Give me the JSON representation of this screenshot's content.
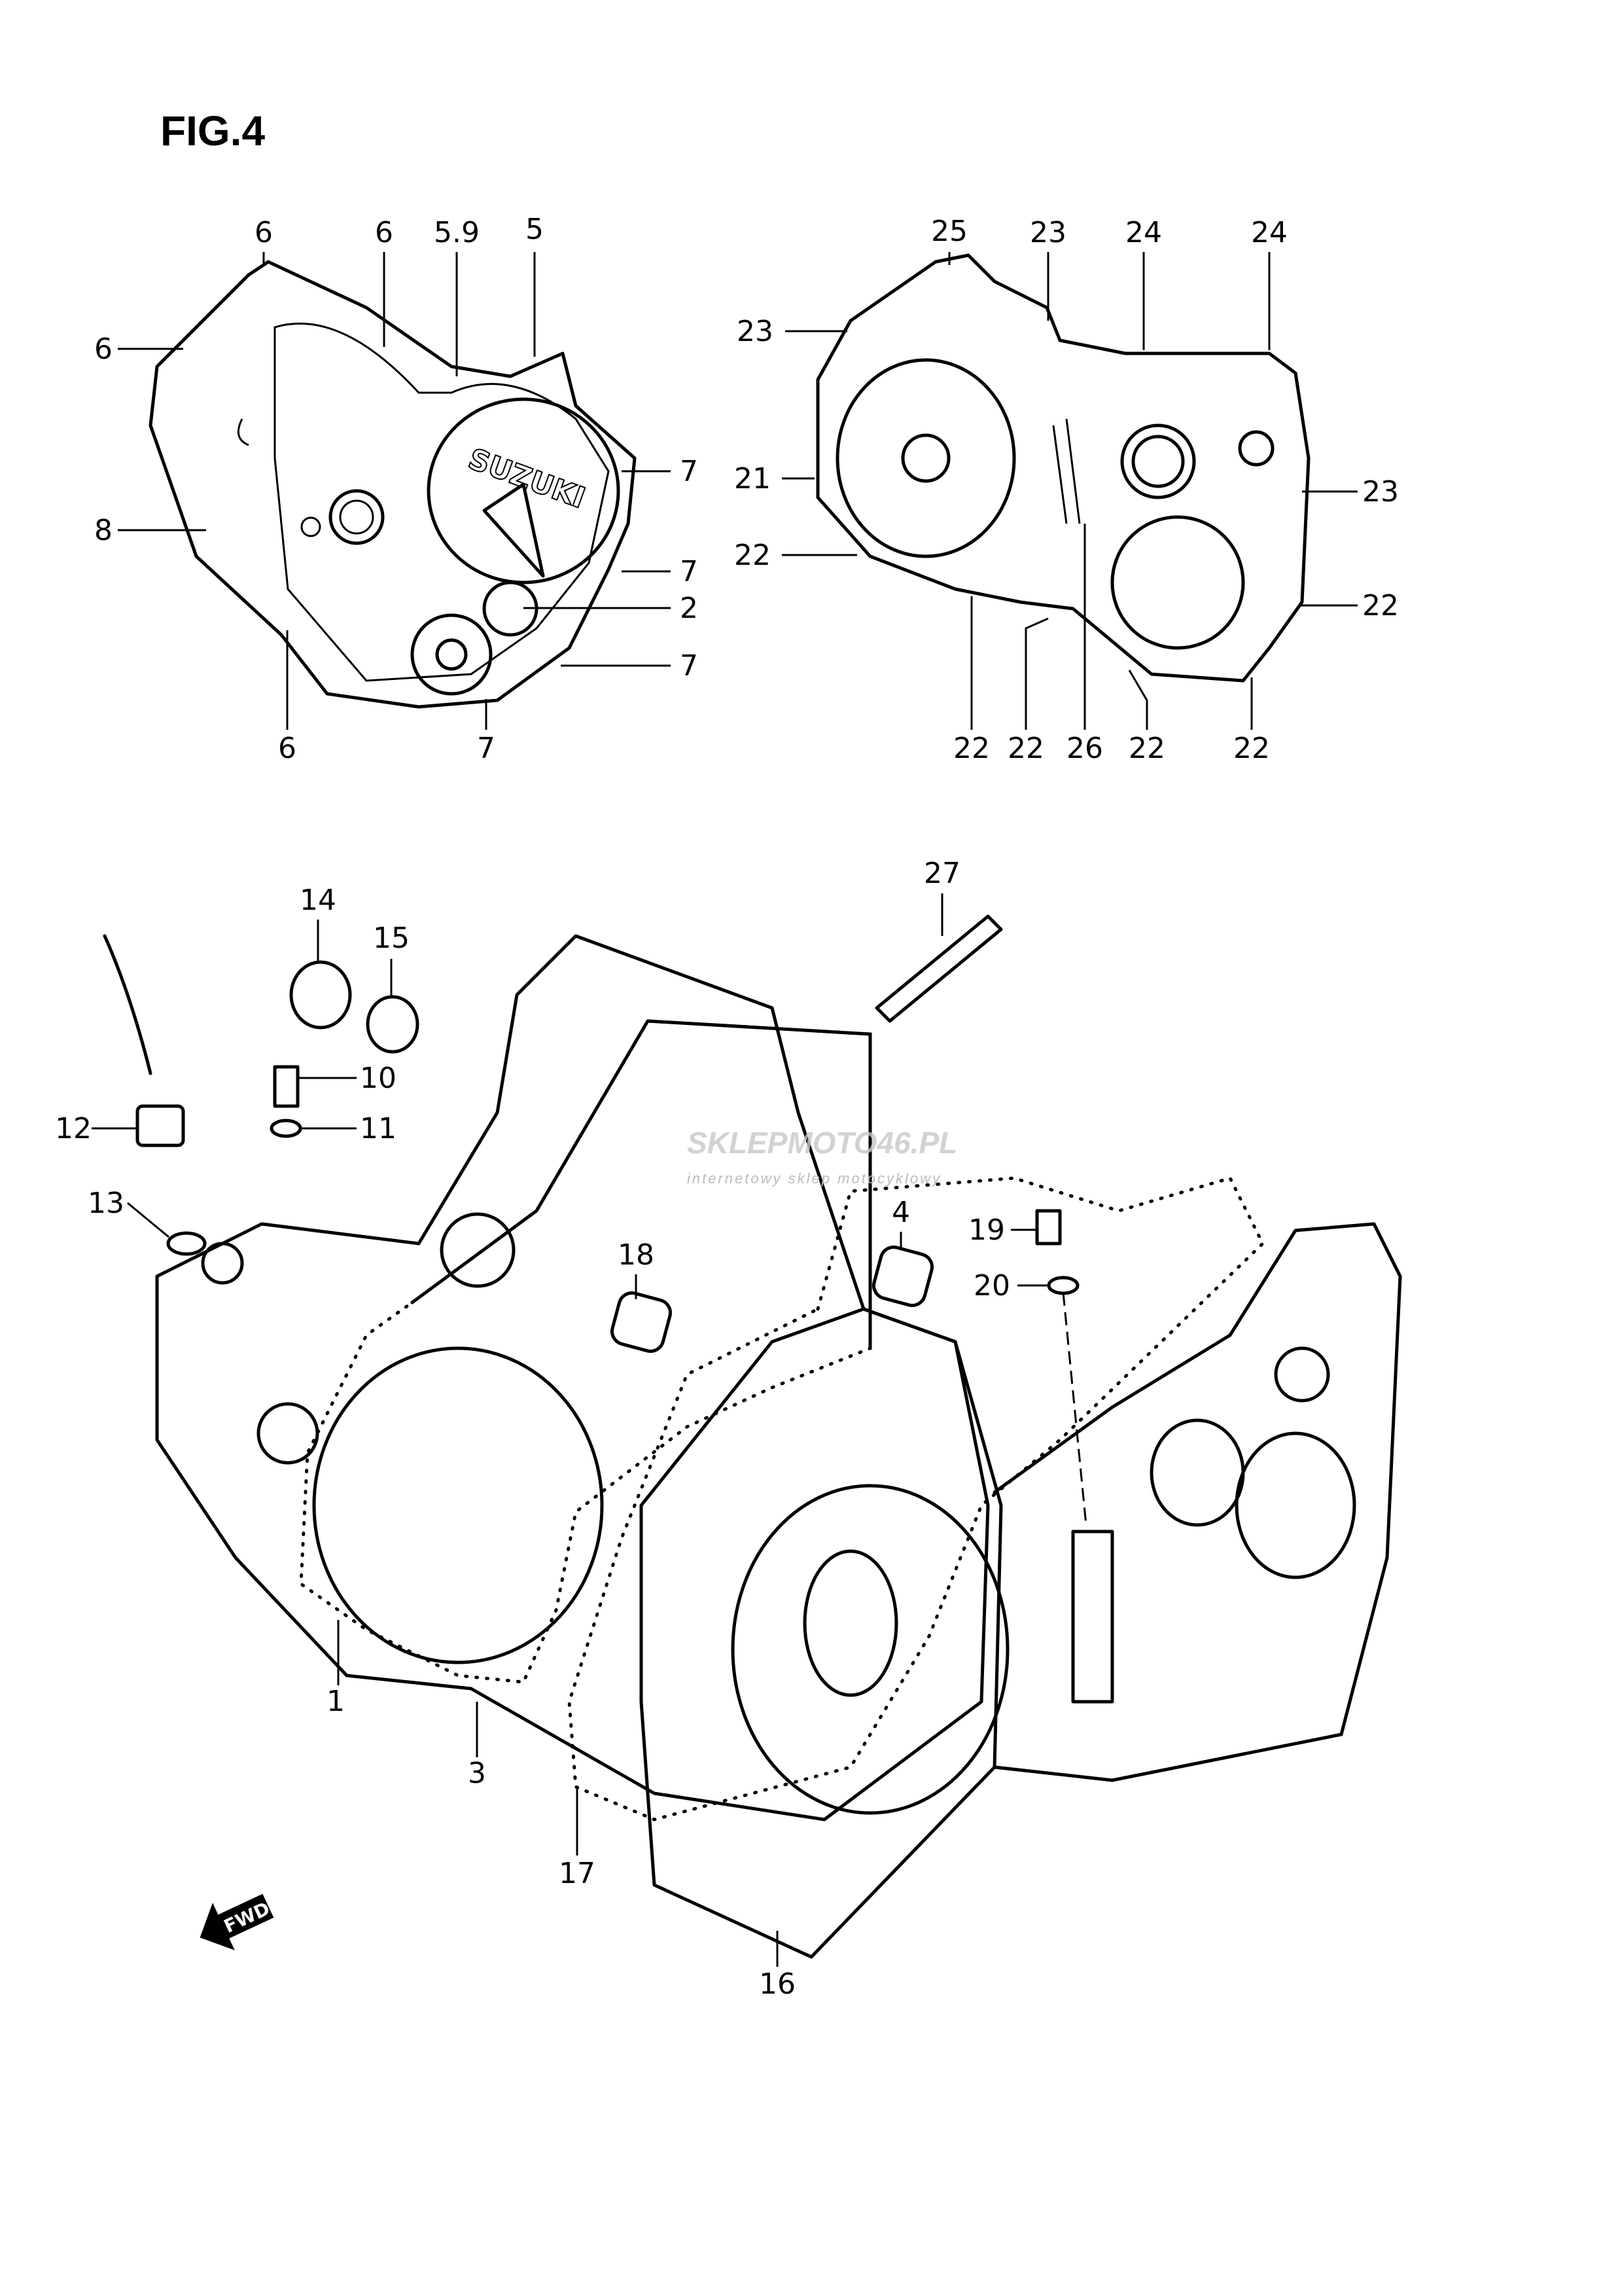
{
  "figure": {
    "title": "FIG.4"
  },
  "direction_marker": {
    "label": "FWD"
  },
  "watermark": {
    "brand": "SKLEPMOTO46.PL",
    "tagline": "internetowy sklep motocyklowy",
    "accent": "#f04040"
  },
  "left_cover": {
    "logo": "SUZUKI",
    "callouts": [
      "6",
      "6",
      "5.9",
      "5",
      "6",
      "8",
      "7",
      "7",
      "2",
      "7",
      "6",
      "7"
    ]
  },
  "right_cover": {
    "callouts": [
      "25",
      "23",
      "24",
      "24",
      "23",
      "21",
      "22",
      "23",
      "22",
      "22",
      "22",
      "26",
      "22",
      "22"
    ]
  },
  "crankcase": {
    "callouts": [
      "27",
      "14",
      "15",
      "10",
      "11",
      "12",
      "13",
      "4",
      "18",
      "19",
      "20",
      "1",
      "3",
      "17",
      "16"
    ]
  }
}
